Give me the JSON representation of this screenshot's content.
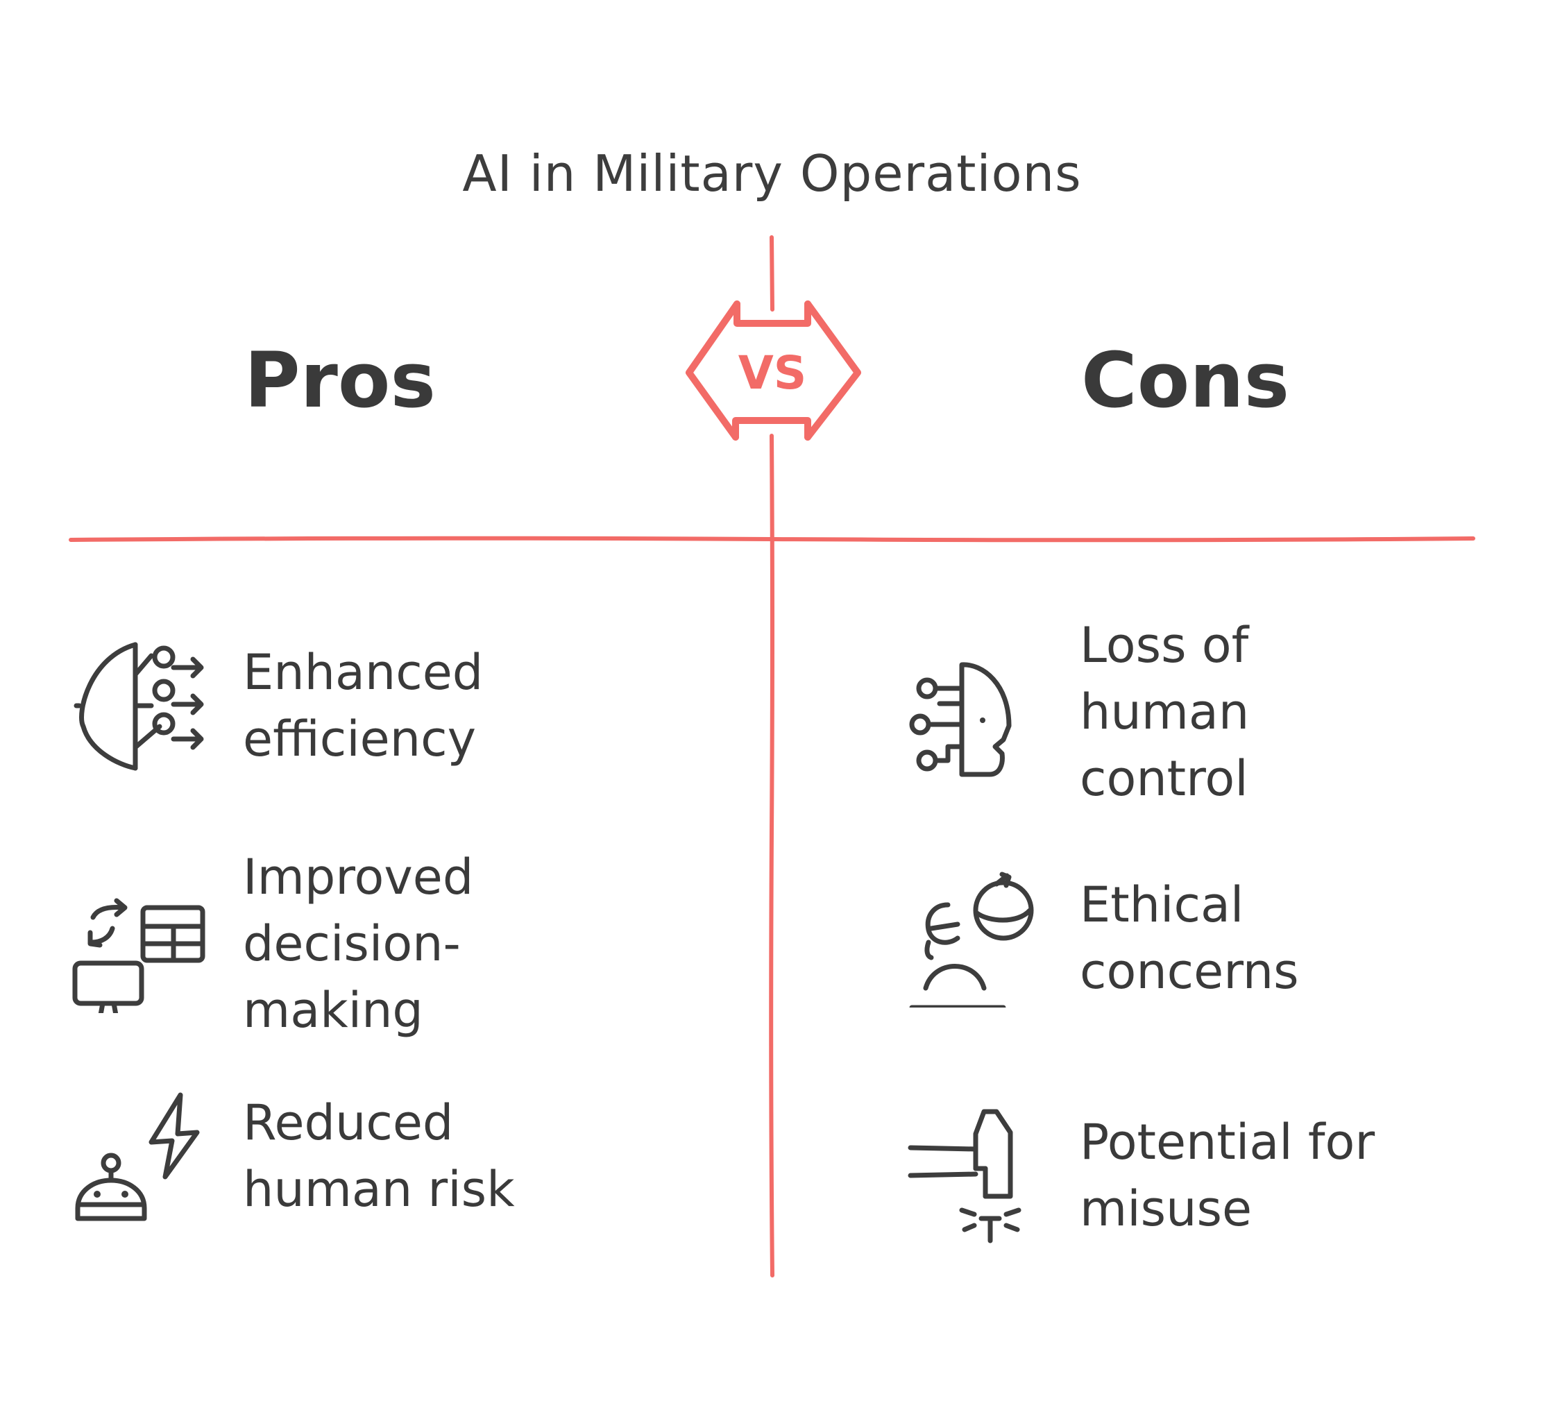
{
  "title": "AI in Military Operations",
  "vs_label": "VS",
  "pros": {
    "heading": "Pros",
    "items": [
      {
        "lines": [
          "Enhanced",
          "efficiency"
        ],
        "icon": "efficiency-icon"
      },
      {
        "lines": [
          "Improved",
          "decision-",
          "making"
        ],
        "icon": "decision-making-icon"
      },
      {
        "lines": [
          "Reduced",
          "human risk"
        ],
        "icon": "robot-lightning-icon"
      }
    ]
  },
  "cons": {
    "heading": "Cons",
    "items": [
      {
        "lines": [
          "Loss of",
          "human",
          "control"
        ],
        "icon": "robotic-head-icon"
      },
      {
        "lines": [
          "Ethical",
          "concerns"
        ],
        "icon": "ethical-person-icon"
      },
      {
        "lines": [
          "Potential for",
          "misuse"
        ],
        "icon": "hammer-misuse-icon"
      }
    ]
  },
  "colors": {
    "accent": "#f26b67",
    "text": "#3a3a3a"
  }
}
